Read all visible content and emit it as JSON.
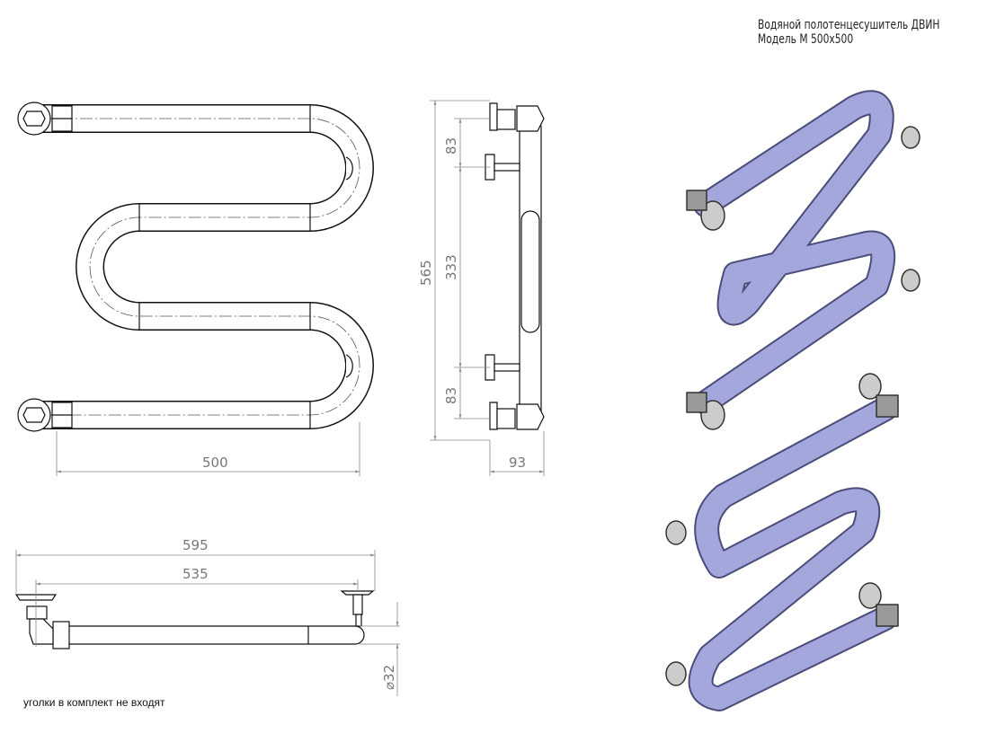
{
  "title": {
    "line1": "Водяной полотенцесушитель ДВИН",
    "line2": "Модель М 500х500"
  },
  "dimensions": {
    "front_width": "500",
    "side_height": "565",
    "side_top_offset": "83",
    "side_middle": "333",
    "side_bottom_offset": "83",
    "side_depth": "93",
    "top_overall": "595",
    "top_inner": "535",
    "pipe_diameter": "⌀32"
  },
  "note": "уголки в комплект не входят",
  "colors": {
    "pipe_3d": "#a4a7dc",
    "pipe_outline": "#4a4d7a",
    "line": "#111111",
    "dimension": "#888888"
  }
}
